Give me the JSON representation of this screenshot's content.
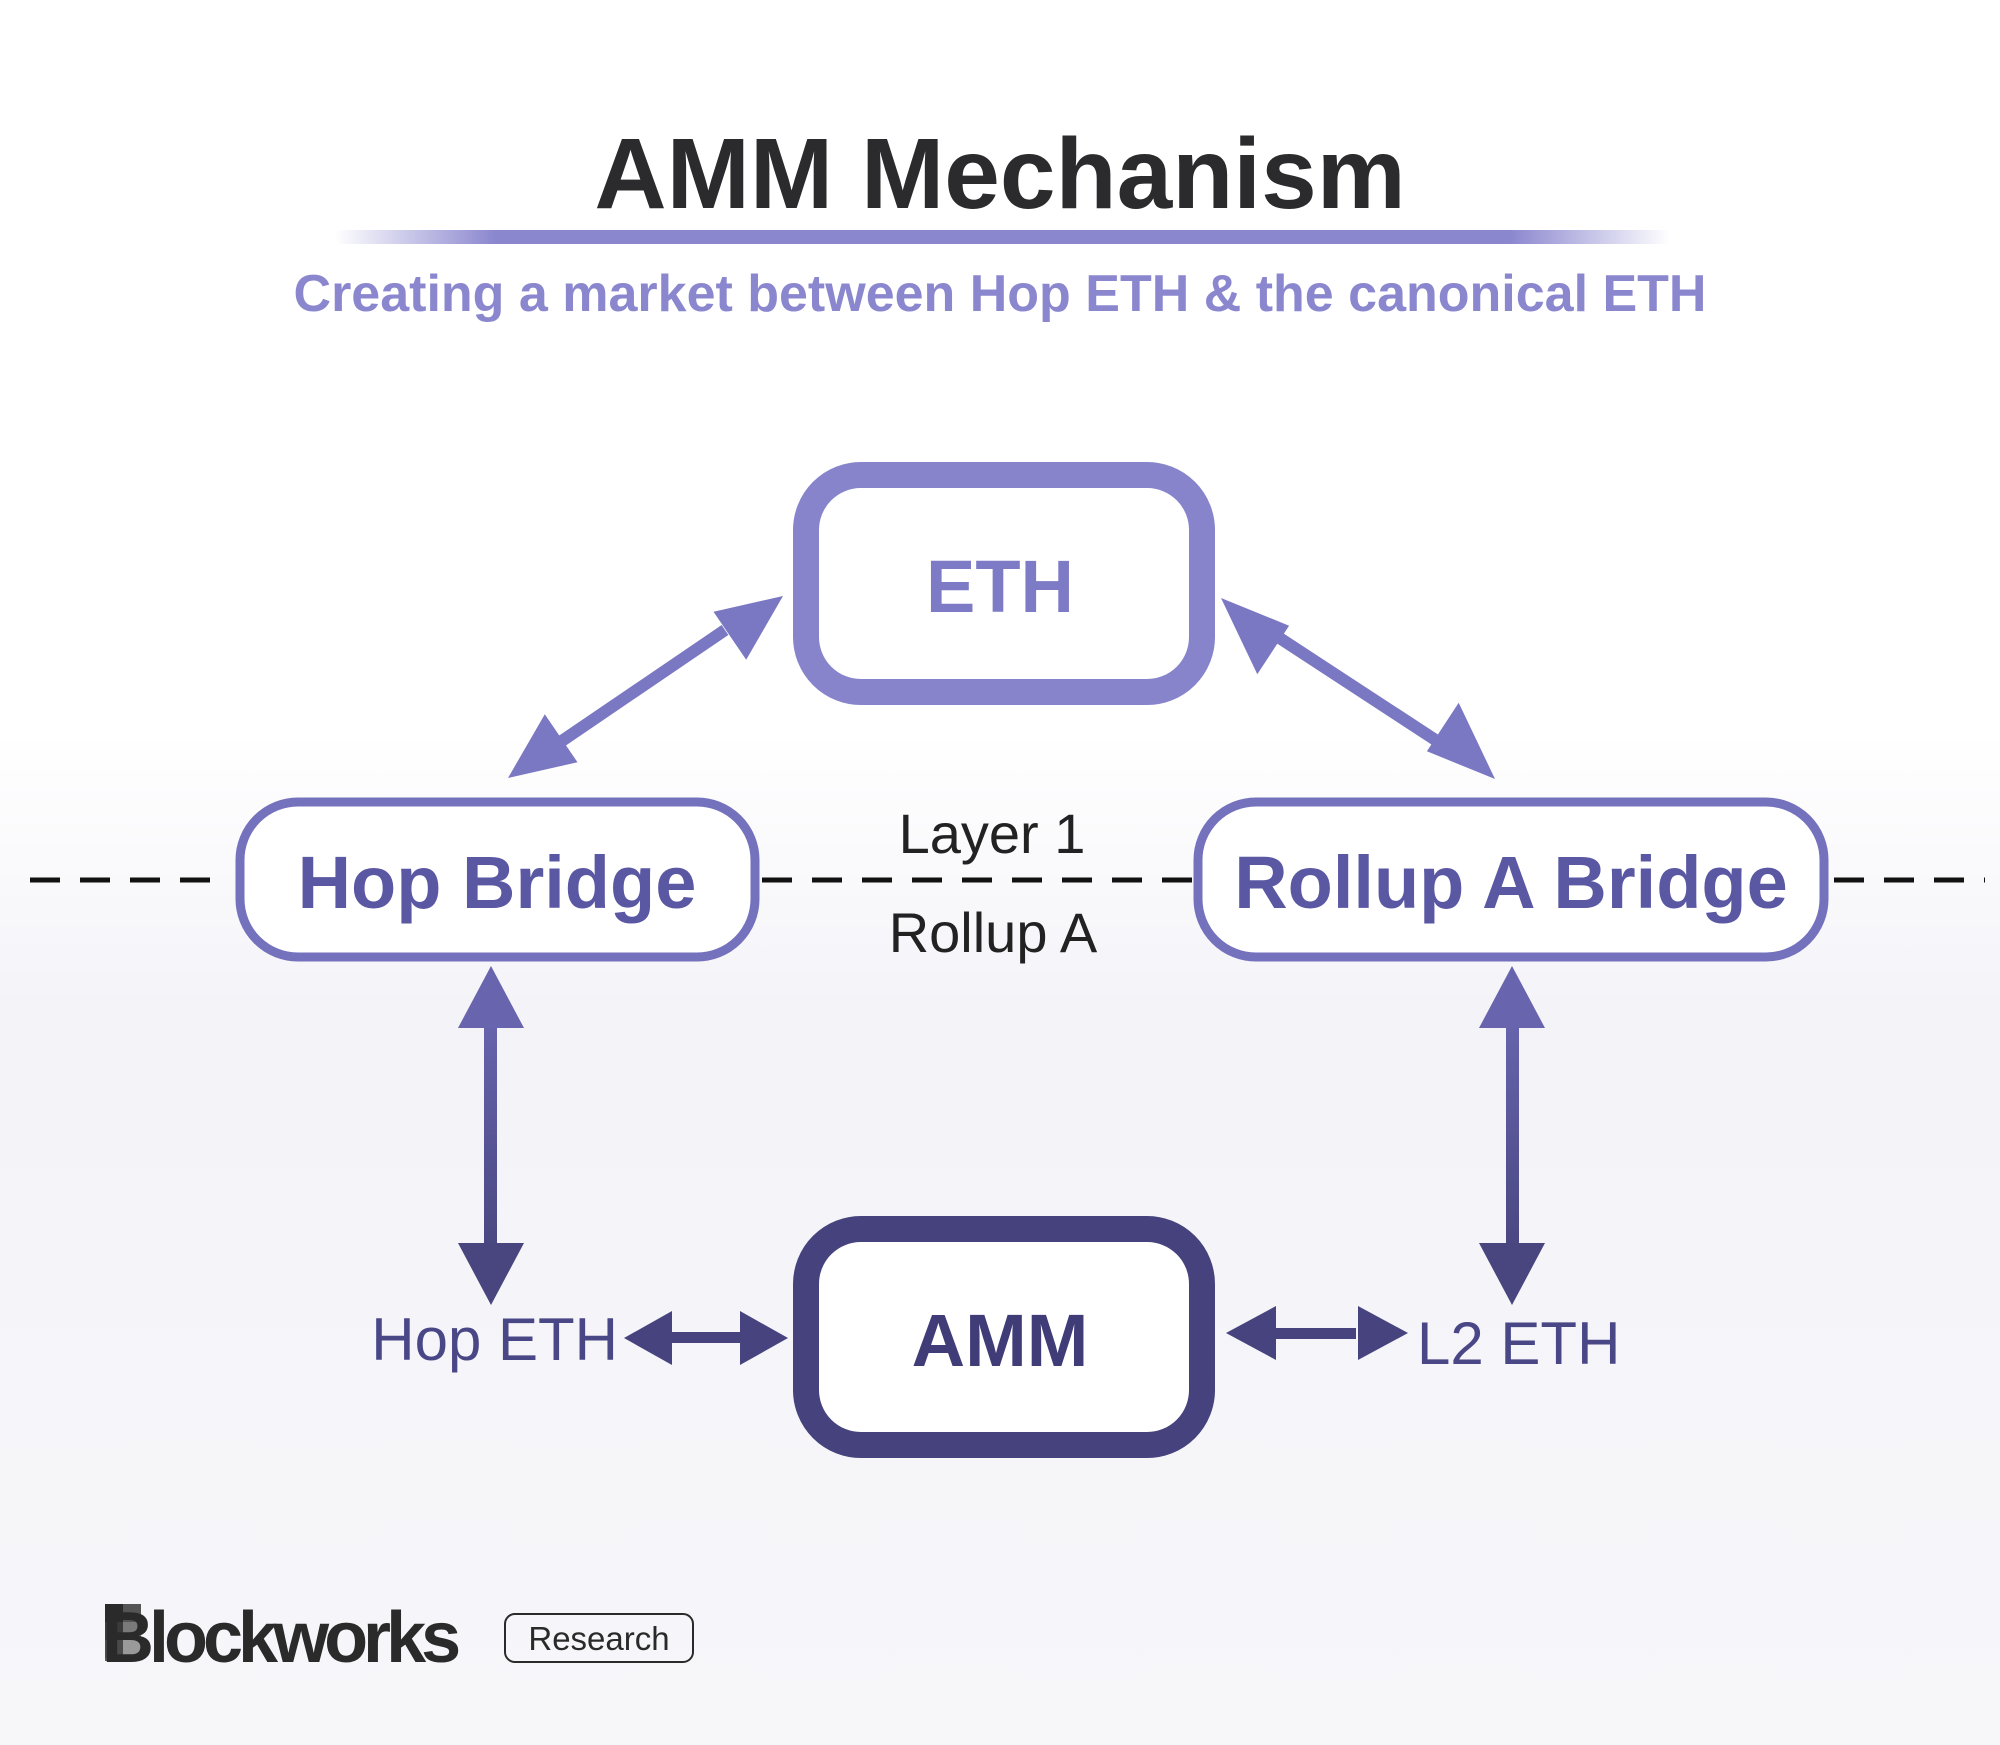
{
  "title": "AMM Mechanism",
  "subtitle": "Creating a market between Hop ETH & the canonical ETH",
  "nodes": {
    "eth": "ETH",
    "hop_bridge": "Hop Bridge",
    "rollup_bridge": "Rollup A Bridge",
    "amm": "AMM"
  },
  "layers": {
    "top": "Layer 1",
    "bottom": "Rollup A"
  },
  "tokens": {
    "left": "Hop ETH",
    "right": "L2 ETH"
  },
  "brand": {
    "name": "Blockworks",
    "badge": "Research"
  },
  "colors": {
    "title": "#2b2b2d",
    "accent_light": "#8b87cf",
    "accent_mid": "#6a66b0",
    "accent_dark": "#46437f",
    "divider": "#111111"
  }
}
